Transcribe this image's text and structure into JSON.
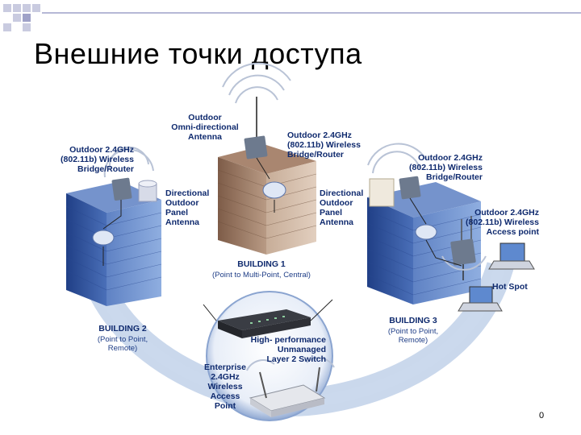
{
  "slide": {
    "title": "Внешние точки доступа",
    "page_number": "0"
  },
  "labels": {
    "outdoor_omni": [
      "Outdoor",
      "Omni-directional",
      "Antenna"
    ],
    "bridge_left": [
      "Outdoor 2.4GHz",
      "(802.11b) Wireless",
      "Bridge/Router"
    ],
    "bridge_center": [
      "Outdoor 2.4GHz",
      "(802.11b) Wireless",
      "Bridge/Router"
    ],
    "bridge_right": [
      "Outdoor 2.4GHz",
      "(802.11b) Wireless",
      "Bridge/Router"
    ],
    "panel_left": [
      "Directional",
      "Outdoor",
      "Panel",
      "Antenna"
    ],
    "panel_right": [
      "Directional",
      "Outdoor",
      "Panel",
      "Antenna"
    ],
    "access_point": [
      "Outdoor 2.4GHz",
      "(802.11b) Wireless",
      "Access point"
    ],
    "hot_spot": "Hot Spot",
    "building1": {
      "name": "BUILDING 1",
      "desc": "(Point to Multi-Point, Central)"
    },
    "building2": {
      "name": "BUILDING 2",
      "desc": [
        "(Point to Point,",
        "Remote)"
      ]
    },
    "building3": {
      "name": "BUILDING 3",
      "desc": [
        "(Point to Point,",
        "Remote)"
      ]
    },
    "switch": [
      "High- performance",
      "Unmanaged",
      "Layer 2 Switch"
    ],
    "enterprise_ap": [
      "Enterprise",
      "2.4GHz",
      "Wireless",
      "Access",
      "Point"
    ]
  },
  "colors": {
    "label_text": "#0f2a6e",
    "building_blue": "#3a5da8",
    "building_tan": "#b0927c",
    "arc_blue": "#9fb8dc",
    "deco_square": "#c9cbe0"
  }
}
